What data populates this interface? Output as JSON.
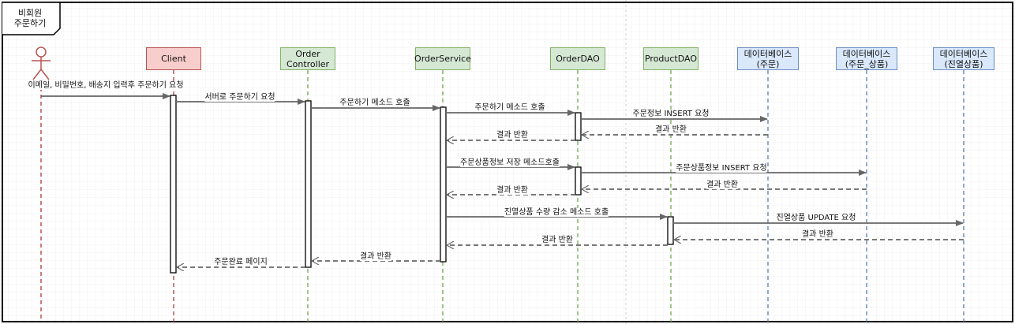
{
  "frame": {
    "title_line1": "비회원",
    "title_line2": "주문하기"
  },
  "lifelines": {
    "client": {
      "label": "Client"
    },
    "order_controller": {
      "label": "Order\nController"
    },
    "order_service": {
      "label": "OrderService"
    },
    "order_dao": {
      "label": "OrderDAO"
    },
    "product_dao": {
      "label": "ProductDAO"
    },
    "db_order": {
      "label": "데이터베이스\n(주문)"
    },
    "db_order_product": {
      "label": "데이터베이스\n(주문_상품)"
    },
    "db_display_product": {
      "label": "데이터베이스\n(진열상품)"
    }
  },
  "messages": {
    "m1": "이메일, 비밀번호, 배송지 입력후 주문하기 요청",
    "m2": "서버로 주문하기 요청",
    "m3": "주문하기 메소드 호출",
    "m4": "주문하기 메소드 호출",
    "m5": "주문정보 INSERT 요청",
    "m6": "결과 반환",
    "m7": "결과 반환",
    "m8": "주문상품정보 저장 메소드호출",
    "m9": "주문상품정보 INSERT 요청",
    "m10": "결과 반환",
    "m11": "결과 반환",
    "m12": "진열상품 수량 감소 메소드 호출",
    "m13": "진열상품 UPDATE 요청",
    "m14": "결과 반환",
    "m15": "결과 반환",
    "m16": "결과 반환",
    "m17": "주문완료 페이지"
  },
  "colors": {
    "client": "#b85450",
    "green": "#82b366",
    "blue": "#6c8ebf",
    "arrow": "#666666"
  }
}
